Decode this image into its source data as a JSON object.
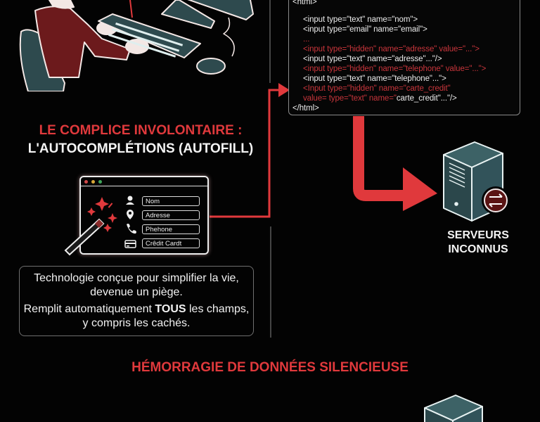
{
  "code_block": {
    "lines": [
      {
        "text": "<html>",
        "color": "white"
      },
      {
        "text": "<input type=\"text\" name=\"nom\">",
        "color": "white"
      },
      {
        "text": "<input type=\"email\" name=\"email\">",
        "color": "white"
      },
      {
        "text": "...",
        "color": "red"
      },
      {
        "text": "<input type=\"hidden\" name=\"adresse\" value=\"...\">",
        "color": "red"
      },
      {
        "text": "<input type=\"text\" name=\"adresse\"...\"/>",
        "color": "white"
      },
      {
        "text": "<input type=\"hidden\" name=\"telephone\" value=\"...\">",
        "color": "red"
      },
      {
        "text": "<input type=\"text\" name=\"telephone\"...\">",
        "color": "white"
      },
      {
        "text": "<Input type=\"hidden\" name=\"carte_credit\"",
        "color": "red"
      },
      {
        "text_red": "value= type=\"text\" name=\"",
        "text_white": "carte_credit\"...\"/>",
        "color": "mixed"
      },
      {
        "text": "</html>",
        "color": "white"
      }
    ]
  },
  "autofill_section": {
    "title_line1": "LE COMPLICE INVOLONTAIRE :",
    "title_line2": "L'AUTOCOMPLÉTIONS (AUTOFILL)",
    "form_fields": [
      {
        "label": "Nom",
        "icon": "user-icon"
      },
      {
        "label": "Adresse",
        "icon": "location-pin-icon"
      },
      {
        "label": "Phehone",
        "icon": "phone-icon"
      },
      {
        "label": "Crêdit Cardt",
        "icon": "credit-card-icon"
      }
    ],
    "description_line1": "Technologie conçue pour simplifier la vie, devenue un piège.",
    "description_line2_prefix": "Remplit automatiquement ",
    "description_line2_bold": "TOUS",
    "description_line2_suffix": " les champs, y compris les cachés."
  },
  "server": {
    "label_line1": "SERVEURS",
    "label_line2": "INCONNUS",
    "icon": "server-icon",
    "badge_icon": "exchange-arrows-icon"
  },
  "bottom_title": "HÉMORRAGIE DE DONNÉES SILENCIEUSE",
  "colors": {
    "accent_red": "#e0393c",
    "dark_red": "#6e1616",
    "teal": "#2d4a4f",
    "background": "#030303"
  }
}
